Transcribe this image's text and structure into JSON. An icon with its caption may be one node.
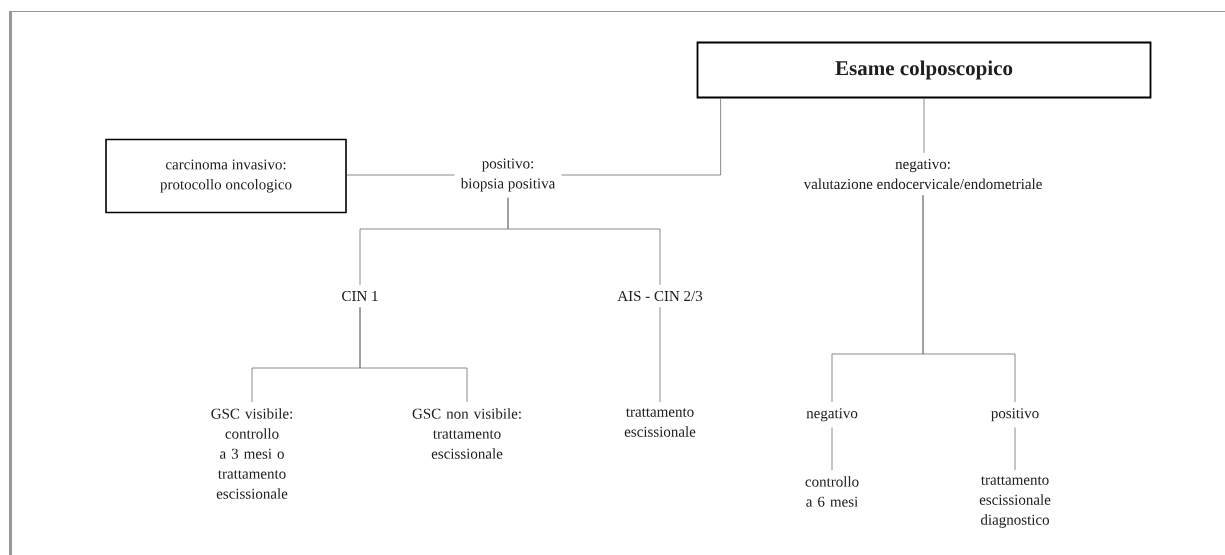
{
  "diagram": {
    "nodes": [
      {
        "text": [
          "Esame colposcopico"
        ]
      },
      {
        "text": [
          "carcinoma invasivo:",
          "protocollo oncologico"
        ]
      },
      {
        "text": [
          "positivo:",
          "biopsia positiva"
        ]
      },
      {
        "text": [
          "negativo:",
          "valutazione endocervicale/endometriale"
        ]
      },
      {
        "text": [
          "CIN 1"
        ]
      },
      {
        "text": [
          "AIS - CIN 2/3"
        ]
      },
      {
        "text": [
          "GSC visibile:",
          "controllo a 3 mesi o trattamento escissionale"
        ]
      },
      {
        "text": [
          "GSC non visibile:",
          "trattamento escissionale"
        ]
      },
      {
        "text": [
          "trattamento escissionale"
        ]
      },
      {
        "text": [
          "negativo"
        ]
      },
      {
        "text": [
          "positivo"
        ]
      },
      {
        "text": [
          "controllo a 6 mesi"
        ]
      },
      {
        "text": [
          "trattamento escissionale diagnostico"
        ]
      }
    ],
    "edges": [
      {
        "from": 0,
        "to": 2,
        "arrow": "none"
      },
      {
        "from": 2,
        "to": 1,
        "arrow": "none"
      },
      {
        "from": 0,
        "to": 3,
        "arrow": "none"
      },
      {
        "from": 2,
        "to": 4,
        "arrow": "none"
      },
      {
        "from": 2,
        "to": 5,
        "arrow": "none"
      },
      {
        "from": 4,
        "to": 6,
        "arrow": "none"
      },
      {
        "from": 4,
        "to": 7,
        "arrow": "none"
      },
      {
        "from": 5,
        "to": 8,
        "arrow": "none"
      },
      {
        "from": 3,
        "to": 9,
        "arrow": "none"
      },
      {
        "from": 3,
        "to": 10,
        "arrow": "none"
      },
      {
        "from": 9,
        "to": 11,
        "arrow": "none"
      },
      {
        "from": 10,
        "to": 12,
        "arrow": "none"
      }
    ]
  }
}
